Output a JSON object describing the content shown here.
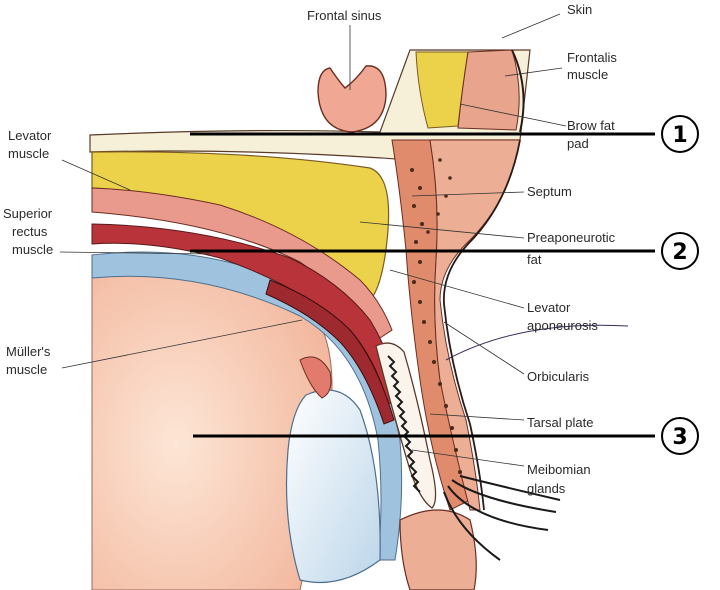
{
  "labels": {
    "frontal_sinus": "Frontal sinus",
    "skin": "Skin",
    "frontalis_1": "Frontalis",
    "frontalis_2": "muscle",
    "brow_fat_1": "Brow fat",
    "brow_fat_2": "pad",
    "levator_1": "Levator",
    "levator_2": "muscle",
    "septum": "Septum",
    "superior_rectus_1": "Superior",
    "superior_rectus_2": "rectus",
    "superior_rectus_3": "muscle",
    "preaponeurotic_1": "Preaponeurotic",
    "preaponeurotic_2": "fat",
    "levator_apo_1": "Levator",
    "levator_apo_2": "aponeurosis",
    "mullers_1": "Müller's",
    "mullers_2": "muscle",
    "orbicularis": "Orbicularis",
    "tarsal_plate": "Tarsal plate",
    "meibomian_1": "Meibomian",
    "meibomian_2": "glands"
  },
  "markers": {
    "m1": "1",
    "m2": "2",
    "m3": "3"
  },
  "colors": {
    "fat": "#ecd24a",
    "skin_tissue": "#e8a48c",
    "muscle_dark": "#b8343a",
    "muscle_light": "#e99a8c",
    "eye_blue": "#9fc3df",
    "bone": "#f6f0d8",
    "globe": "#f7c9ad"
  }
}
